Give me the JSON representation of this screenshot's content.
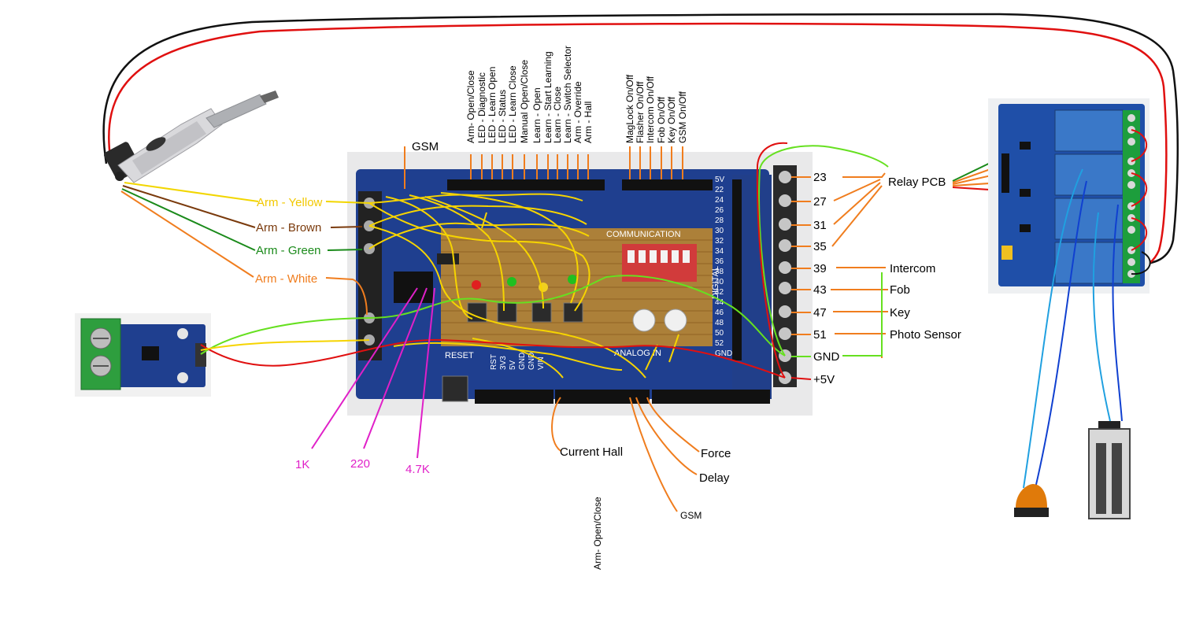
{
  "top_labels": {
    "gsm": "GSM",
    "arduino_pins": [
      "Arm- Open/Close",
      "LED - Diagnostic",
      "LED - Learn Open",
      "LED - Status",
      "LED - Learn Close",
      "Manual Open/Close",
      "Learn - Open",
      "Learn - Start Learning",
      "Learn - Close",
      "Learn - Switch Selector",
      "Arm - Override",
      "Arm - Hall"
    ],
    "dip_switches": [
      "MagLock On/Off",
      "Flasher On/Off",
      "Intercom On/Off",
      "Fob On/Off",
      "Key On/Off",
      "GSM On/Off"
    ]
  },
  "arm_wires": [
    {
      "label": "Arm - Yellow",
      "color": "#f2d600"
    },
    {
      "label": "Arm - Brown",
      "color": "#7a3a0c"
    },
    {
      "label": "Arm - Green",
      "color": "#1a8a1a"
    },
    {
      "label": "Arm - White",
      "color": "#f07d1e"
    }
  ],
  "right_pins": [
    "23",
    "27",
    "31",
    "35",
    "39",
    "43",
    "47",
    "51",
    "GND",
    "+5V"
  ],
  "relay_label": "Relay PCB",
  "inputs": [
    "Intercom",
    "Fob",
    "Key",
    "Photo Sensor"
  ],
  "resistors": [
    "1K",
    "220",
    "4.7K"
  ],
  "bottom_labels": {
    "current_hall": "Current Hall",
    "force": "Force",
    "delay": "Delay",
    "gsm": "GSM",
    "arm_open_close": "Arm- Open/Close"
  },
  "board_silkscreen": {
    "communication": "COMMUNICATION",
    "analog_in": "ANALOG IN",
    "reset": "RESET",
    "digital": "DIGITAL",
    "power_pins": [
      "RST",
      "3V3",
      "5V",
      "GND",
      "GND",
      "VIN"
    ],
    "right_header": [
      "5V",
      "22",
      "24",
      "26",
      "28",
      "30",
      "32",
      "34",
      "36",
      "38",
      "40",
      "42",
      "44",
      "46",
      "48",
      "50",
      "52",
      "GND"
    ]
  },
  "colors": {
    "label_orange": "#f07d1e",
    "label_yellow": "#f2c800",
    "label_brown": "#7a3a0c",
    "label_green": "#1a8a1a",
    "label_magenta": "#e020c8",
    "wire_red": "#e01010",
    "wire_black": "#111111",
    "wire_lime": "#66e020",
    "wire_blue": "#1040d0",
    "wire_lightblue": "#20a0e0",
    "pcb_blue": "#1f3f8f"
  }
}
